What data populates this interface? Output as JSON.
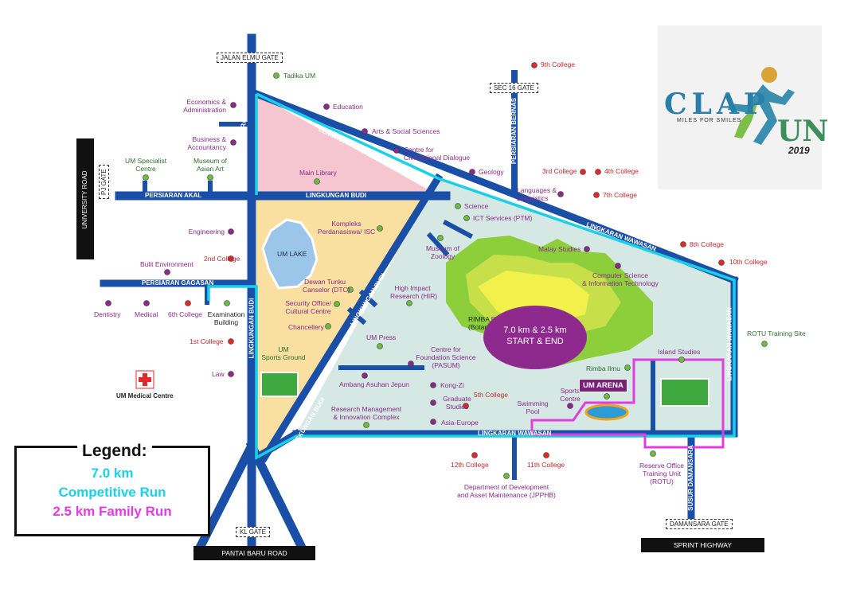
{
  "gates": {
    "jalan_elmu": "JALAN ELMU GATE",
    "sec16": "SEC 16 GATE",
    "pj": "PJ GATE",
    "kl": "KL GATE",
    "damansara": "DAMANSARA GATE"
  },
  "outer_roads": {
    "university_road": "UNIVERSITY ROAD",
    "pantai_baru": "PANTAI BARU ROAD",
    "sprint_highway": "SPRINT HIGHWAY"
  },
  "roads": {
    "persiaran_elmu": "PERSIARAN ELMU",
    "persiaran_bernas": "PERSIARAN BERNAS",
    "persiaran_akal": "PERSIARAN AKAL",
    "lingkungan_budi_top": "LINGKUNGAN BUDI",
    "lingkungan_budi_left": "LINGKUNGAN BUDI",
    "lingkungan_budi_diag": "LINGKUNGAN BUDI",
    "lingkungan_budi_bottom": "LINGKUNGAN BUDI",
    "persiaran_gagasan": "PERSIARAN GAGASAN",
    "lengkok_akademik": "LENGKOK AKADEMIK",
    "lingkaran_wawasan_top": "LINGKARAN WAWASAN",
    "lingkaran_wawasan_right": "LINGKARAN WAWASAN",
    "lingkaran_wawasan_bottom": "LINGKARAN WAWASAN",
    "susur_damansara": "SUSUR DAMANSARA"
  },
  "places": {
    "tadika": "Tadika UM",
    "economics": "Economics &\nAdministration",
    "education": "Education",
    "arts": "Arts & Social Sciences",
    "business": "Business &\nAccountancy",
    "civilisational": "Centre for\nCivilisational Dialogue",
    "specialist": "UM Specialist\nCentre",
    "asian_art": "Museum of\nAsian Art",
    "main_library": "Main Library",
    "geology": "Geology",
    "ninth_college": "9th College",
    "third_college": "3rd College",
    "fourth_college": "4th College",
    "languages": "Languages &\nLinguistics",
    "seventh_college": "7th College",
    "science": "Science",
    "ict": "ICT Services (PTM)",
    "engineering": "Engineering",
    "kompleks": "Kompleks\nPerdanasiswa/ ISC",
    "um_lake": "UM LAKE",
    "museum_zoology": "Museum of\nZoology",
    "malay_studies": "Malay Studies",
    "eighth_college": "8th College",
    "tenth_college": "10th College",
    "computer_science": "Computer Science\n& Information Technology",
    "built_env": "Bulit Environment",
    "second_college": "2nd College",
    "dewan_tunku": "Dewan Tunku\nCanselor (DTC)",
    "high_impact": "High Impact\nResearch (HIR)",
    "dentistry": "Dentistry",
    "medical": "Medical",
    "sixth_college": "6th College",
    "exam_building": "Examination\nBuilding",
    "security": "Security Office/\nCultural Centre",
    "rimba": "RIMBA ILMU\n(Botanical Garden)",
    "rotu_site": "ROTU Training Site",
    "chancellery": "Chancellery",
    "first_college": "1st College",
    "um_press": "UM Press",
    "foundation": "Centre for\nFoundation Science\n(PASUM)",
    "island_studies": "Island Studies",
    "sports_ground": "UM\nSports Ground",
    "law": "Law",
    "rimba_ilmu": "Rimba Ilmu",
    "ambang": "Ambang Asuhan Jepun",
    "kongzi": "Kong-Zi",
    "graduate": "Graduate\nStudies",
    "fifth_college": "5th College",
    "sports_centre": "Sports\nCentre",
    "swimming": "Swimming\nPool",
    "research_mgmt": "Research Management\n& Innovation Complex",
    "asia_europe": "Asia-Europe",
    "twelfth_college": "12th College",
    "eleventh_college": "11th College",
    "reserve_office": "Reserve Office\nTraining Unit\n(ROTU)",
    "jpphb": "Department of Development\nand Asset Maintenance (JPPHB)",
    "medical_centre": "UM Medical Centre"
  },
  "start_end": [
    "7.0 km & 2.5 km",
    "START & END"
  ],
  "arena": "UM ARENA",
  "legend": {
    "title": "Legend:",
    "line1": "7.0 km",
    "line2": "Competitive Run",
    "line3": "2.5 km  Family Run"
  },
  "logo": {
    "word1": "CLAP",
    "word2": "UN",
    "tagline": "MILES FOR SMILES",
    "year": "2019"
  },
  "colors": {
    "road": "#1a4fa8",
    "competitive_route": "#1ad0e8",
    "family_route": "#e23ce0",
    "zone_pink": "#f5c6cf",
    "zone_yellow": "#f9dfa0",
    "zone_teal": "#d6e8e4",
    "garden_green": "#8ccf3a",
    "garden_yellow": "#f2f04a",
    "college_red": "#e02a2a",
    "faculty_purple": "#8a2a8a",
    "facility_green": "#6dbb3f"
  }
}
